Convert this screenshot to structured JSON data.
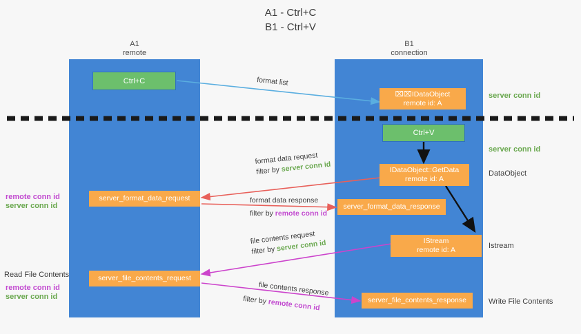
{
  "title": "A1 - Ctrl+C\nB1 - Ctrl+V",
  "colors": {
    "lane": "#4285d4",
    "green_box": "#6cbf6c",
    "orange_box": "#f9a94a",
    "server_conn_text": "#6aa84f",
    "remote_conn_text": "#c24bd0",
    "dashed_divider": "#1a1a1a",
    "arrow_blue": "#5aaee0",
    "arrow_red": "#e8605a",
    "arrow_magenta": "#cc44cc",
    "arrow_black": "#111111"
  },
  "lanes": [
    {
      "name": "A1",
      "sub": "remote",
      "header": "A1\nremote"
    },
    {
      "name": "B1",
      "sub": "connection",
      "header": "B1\nconnection"
    }
  ],
  "boxes": {
    "ctrl_c": {
      "line1": "Ctrl+C",
      "line2": ""
    },
    "ctrl_v": {
      "line1": "Ctrl+V",
      "line2": ""
    },
    "idataobject": {
      "line1": "⌧⌧IDataObject",
      "line2": "remote id: A"
    },
    "getdata": {
      "line1": "IDataObject::GetData",
      "line2": "remote id: A"
    },
    "istream": {
      "line1": "IStream",
      "line2": "remote id: A"
    },
    "format_data_request": {
      "line1": "server_format_data_request",
      "line2": ""
    },
    "format_data_response": {
      "line1": "server_format_data_response",
      "line2": ""
    },
    "file_contents_request": {
      "line1": "server_file_contents_request",
      "line2": ""
    },
    "file_contents_response": {
      "line1": "server_file_contents_response",
      "line2": ""
    }
  },
  "edge_labels": {
    "format_list": {
      "text": "format list"
    },
    "format_data_request": {
      "line1": "format data request",
      "filter_prefix": "filter by ",
      "filter_value": "server conn id"
    },
    "format_data_response": {
      "line1": "format data response",
      "filter_prefix": "filter by ",
      "filter_value": "remote conn id"
    },
    "file_contents_request": {
      "line1": "file contents request",
      "filter_prefix": "filter by ",
      "filter_value": "server conn id"
    },
    "file_contents_response": {
      "line1": "file contents response",
      "filter_prefix": "filter by ",
      "filter_value": "remote conn id"
    }
  },
  "right_notes": {
    "server_conn_id_top": "server conn id",
    "server_conn_id_mid": "server conn id",
    "dataobject": "DataObject",
    "istream": "Istream",
    "write_file_contents": "Write File Contents"
  },
  "left_notes": {
    "remote_conn_id_upper": "remote conn id",
    "server_conn_id_upper": "server conn id",
    "read_file_contents": "Read File Contents",
    "remote_conn_id_lower": "remote conn id",
    "server_conn_id_lower": "server conn id"
  }
}
